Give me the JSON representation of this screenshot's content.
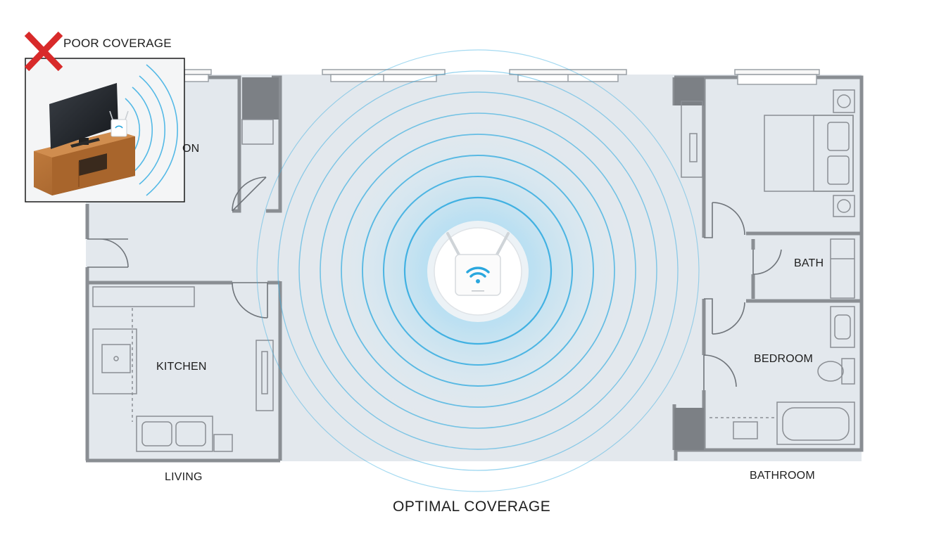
{
  "header": {
    "poor_label": "POOR COVERAGE"
  },
  "rooms": {
    "kitchen": "KITCHEN",
    "bath": "BATH",
    "bedroom": "BEDROOM",
    "living": "LIVING",
    "bathroom": "BATHROOM",
    "partial_room": "ON"
  },
  "caption": {
    "optimal": "OPTIMAL COVERAGE"
  },
  "colors": {
    "floor": "#e3e8ed",
    "wall": "#8a8e93",
    "wall_dark": "#7c8085",
    "signal": "#3aaee0",
    "bad_mark": "#d82a2a",
    "wood": "#b06d33"
  },
  "icons": {
    "bad_mark": "x-mark-icon",
    "router": "wifi-router-icon",
    "signal": "wifi-signal-icon"
  },
  "router": {
    "signal_rings": 8
  }
}
